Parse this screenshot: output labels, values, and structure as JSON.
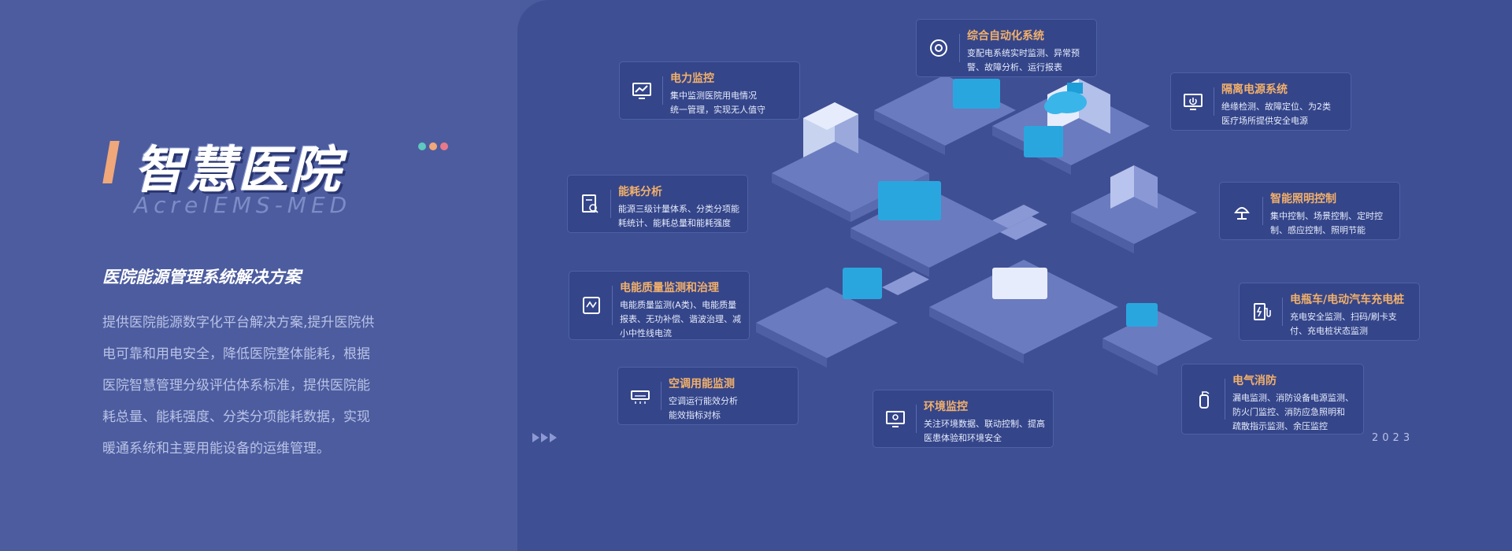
{
  "hero": {
    "title": "智慧医院",
    "subtitle_en": "AcrelEMS-MED",
    "section_title": "医院能源管理系统解决方案",
    "description_lines": [
      "提供医院能源数字化平台解决方案,提升医院供",
      "电可靠和用电安全，降低医院整体能耗，根据",
      "医院智慧管理分级评估体系标准，提供医院能",
      "耗总量、能耗强度、分类分项能耗数据，实现",
      "暖通系统和主要用能设备的运维管理。"
    ],
    "dot_colors": [
      "#5fc8c0",
      "#f0a77a",
      "#e87a8a"
    ]
  },
  "year": "2023",
  "colors": {
    "card_title": "#f2b06a",
    "card_bg": "#34458a",
    "accent": "#f0a77a"
  },
  "cards": [
    {
      "id": "integrated-automation",
      "title": "综合自动化系统",
      "lines": [
        "变配电系统实时监测、异常预",
        "警、故障分析、运行报表"
      ],
      "icon": "gear-icon"
    },
    {
      "id": "power-monitoring",
      "title": "电力监控",
      "lines": [
        "集中监测医院用电情况",
        "统一管理，实现无人值守"
      ],
      "icon": "monitor-chart-icon"
    },
    {
      "id": "isolated-power",
      "title": "隔离电源系统",
      "lines": [
        "绝缘检测、故障定位、为2类",
        "医疗场所提供安全电源"
      ],
      "icon": "display-power-icon"
    },
    {
      "id": "energy-analysis",
      "title": "能耗分析",
      "lines": [
        "能源三级计量体系、分类分项能",
        "耗统计、能耗总量和能耗强度"
      ],
      "icon": "document-search-icon"
    },
    {
      "id": "smart-lighting",
      "title": "智能照明控制",
      "lines": [
        "集中控制、场景控制、定时控",
        "制、感应控制、照明节能"
      ],
      "icon": "lamp-icon"
    },
    {
      "id": "power-quality",
      "title": "电能质量监测和治理",
      "lines": [
        "电能质量监测(A类)、电能质量",
        "报表、无功补偿、谐波治理、减",
        "小中性线电流"
      ],
      "icon": "meter-icon"
    },
    {
      "id": "ev-charging",
      "title": "电瓶车/电动汽车充电桩",
      "lines": [
        "充电安全监测、扫码/刷卡支",
        "付、充电桩状态监测"
      ],
      "icon": "charger-icon"
    },
    {
      "id": "hvac-energy",
      "title": "空调用能监测",
      "lines": [
        "空调运行能效分析",
        "能效指标对标"
      ],
      "icon": "air-conditioner-icon"
    },
    {
      "id": "environment",
      "title": "环境监控",
      "lines": [
        "关注环境数据、联动控制、提高",
        "医患体验和环境安全"
      ],
      "icon": "screen-camera-icon"
    },
    {
      "id": "electrical-fire",
      "title": "电气消防",
      "lines": [
        "漏电监测、消防设备电源监测、",
        "防火门监控、消防应急照明和",
        "疏散指示监测、余压监控"
      ],
      "icon": "fire-extinguisher-icon"
    }
  ]
}
